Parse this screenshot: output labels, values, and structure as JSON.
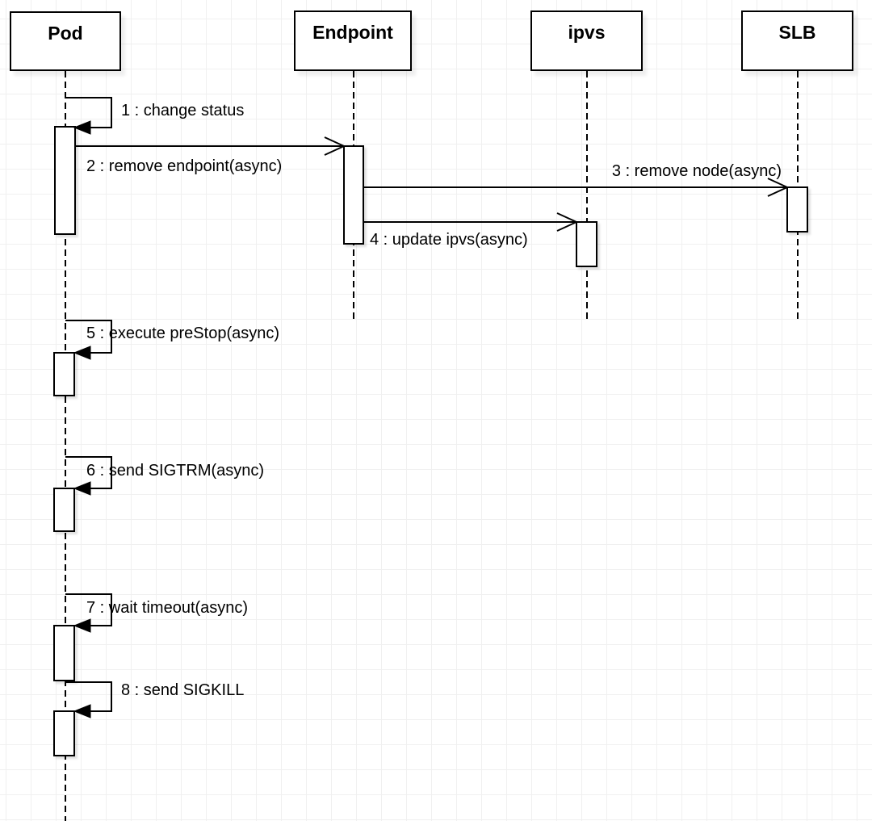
{
  "diagram": {
    "type": "uml-sequence-diagram",
    "actors": [
      {
        "name": "Pod"
      },
      {
        "name": "Endpoint"
      },
      {
        "name": "ipvs"
      },
      {
        "name": "SLB"
      }
    ],
    "messages": [
      {
        "label": "1 : change status",
        "from": "Pod",
        "to": "Pod",
        "arrow": "filled-sync"
      },
      {
        "label": "2 : remove endpoint(async)",
        "from": "Pod",
        "to": "Endpoint",
        "arrow": "open-async"
      },
      {
        "label": "3 : remove node(async)",
        "from": "Endpoint",
        "to": "SLB",
        "arrow": "open-async"
      },
      {
        "label": "4 : update ipvs(async)",
        "from": "Endpoint",
        "to": "ipvs",
        "arrow": "open-async"
      },
      {
        "label": "5 : execute preStop(async)",
        "from": "Pod",
        "to": "Pod",
        "arrow": "filled-sync"
      },
      {
        "label": "6 : send SIGTRM(async)",
        "from": "Pod",
        "to": "Pod",
        "arrow": "filled-sync"
      },
      {
        "label": "7 : wait timeout(async)",
        "from": "Pod",
        "to": "Pod",
        "arrow": "filled-sync"
      },
      {
        "label": "8 : send SIGKILL",
        "from": "Pod",
        "to": "Pod",
        "arrow": "filled-sync"
      }
    ],
    "colors": {
      "stroke": "#000000",
      "shape_fill": "#ffffff",
      "grid": "#f0f0f0",
      "background": "#ffffff"
    }
  }
}
